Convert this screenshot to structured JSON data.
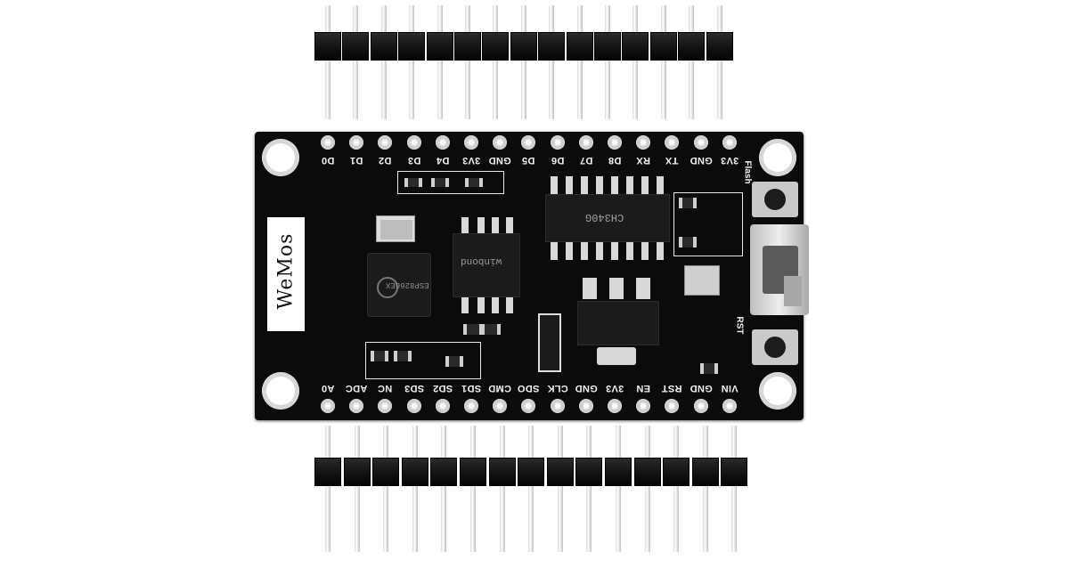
{
  "board": {
    "brand": "WeMos",
    "top_pins": [
      "D0",
      "D1",
      "D2",
      "D3",
      "D4",
      "3V3",
      "GND",
      "D5",
      "D6",
      "D7",
      "D8",
      "RX",
      "TX",
      "GND",
      "3V3"
    ],
    "bottom_pins": [
      "A0",
      "ADC",
      "NC",
      "SD3",
      "SD2",
      "SD1",
      "CMD",
      "SDO",
      "CLK",
      "GND",
      "3V3",
      "EN",
      "RST",
      "GND",
      "VIN"
    ],
    "button_labels": [
      "Flash",
      "RST"
    ],
    "silk_labels": [
      "CH340G",
      "winbond"
    ]
  },
  "colors": {
    "pcb": "#0b0b0b",
    "silkscreen": "#f2f2f2",
    "header_plastic": "#111111",
    "pin_metal": "#dcdcdc"
  }
}
